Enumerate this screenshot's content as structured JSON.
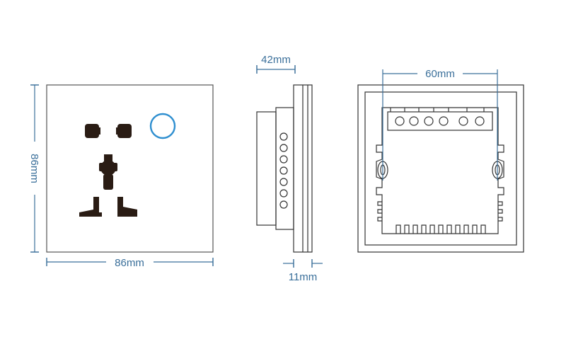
{
  "dimensions": {
    "front_width": "86mm",
    "front_height": "86mm",
    "side_depth": "42mm",
    "plate_thickness": "11mm",
    "mount_spacing": "60mm"
  },
  "colors": {
    "dimension": "#3a6f9a",
    "touch_button": "#2f8fd0",
    "outline": "#333333",
    "socket_hole": "#2a1c14"
  }
}
